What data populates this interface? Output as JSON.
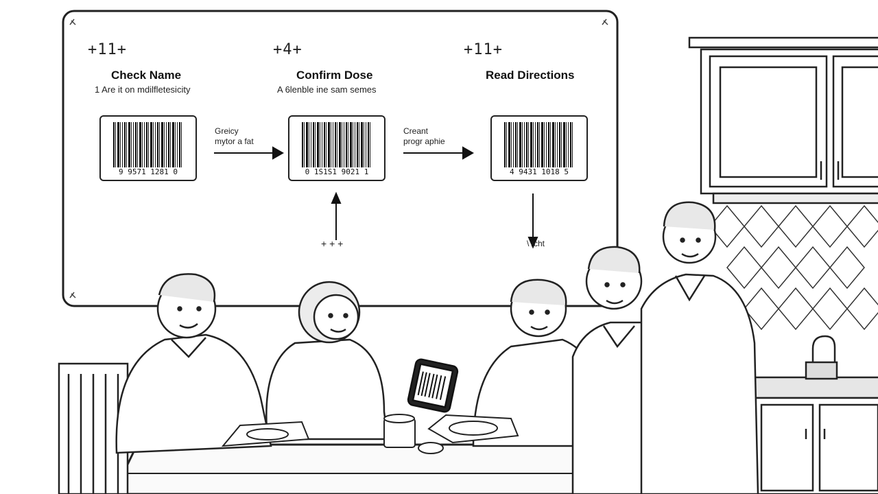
{
  "steps": [
    {
      "num": "+11+",
      "title": "Check Name",
      "subtitle": "1  Are it on mdilfletesicity",
      "barcode_text": "9   9571  1281   0"
    },
    {
      "num": "+4+",
      "title": "Confirm Dose",
      "subtitle": "A 6lenble ine sam semes",
      "barcode_text": "0  1S1S1 9021  1"
    },
    {
      "num": "+11+",
      "title": "Read Directions",
      "subtitle": "",
      "barcode_text": "4   9431  1018  5"
    }
  ],
  "arrow_labels": [
    {
      "line1": "Greicy",
      "line2": "mytor a fat"
    },
    {
      "line1": "Creant",
      "line2": "progr aphie"
    }
  ],
  "marks": {
    "below_step2": "+ + +",
    "below_step3": "\\ /cht"
  },
  "colors": {
    "ink": "#111111",
    "paper": "#ffffff",
    "board_fill": "#ffffff",
    "light_gray": "#d8d8d8"
  }
}
